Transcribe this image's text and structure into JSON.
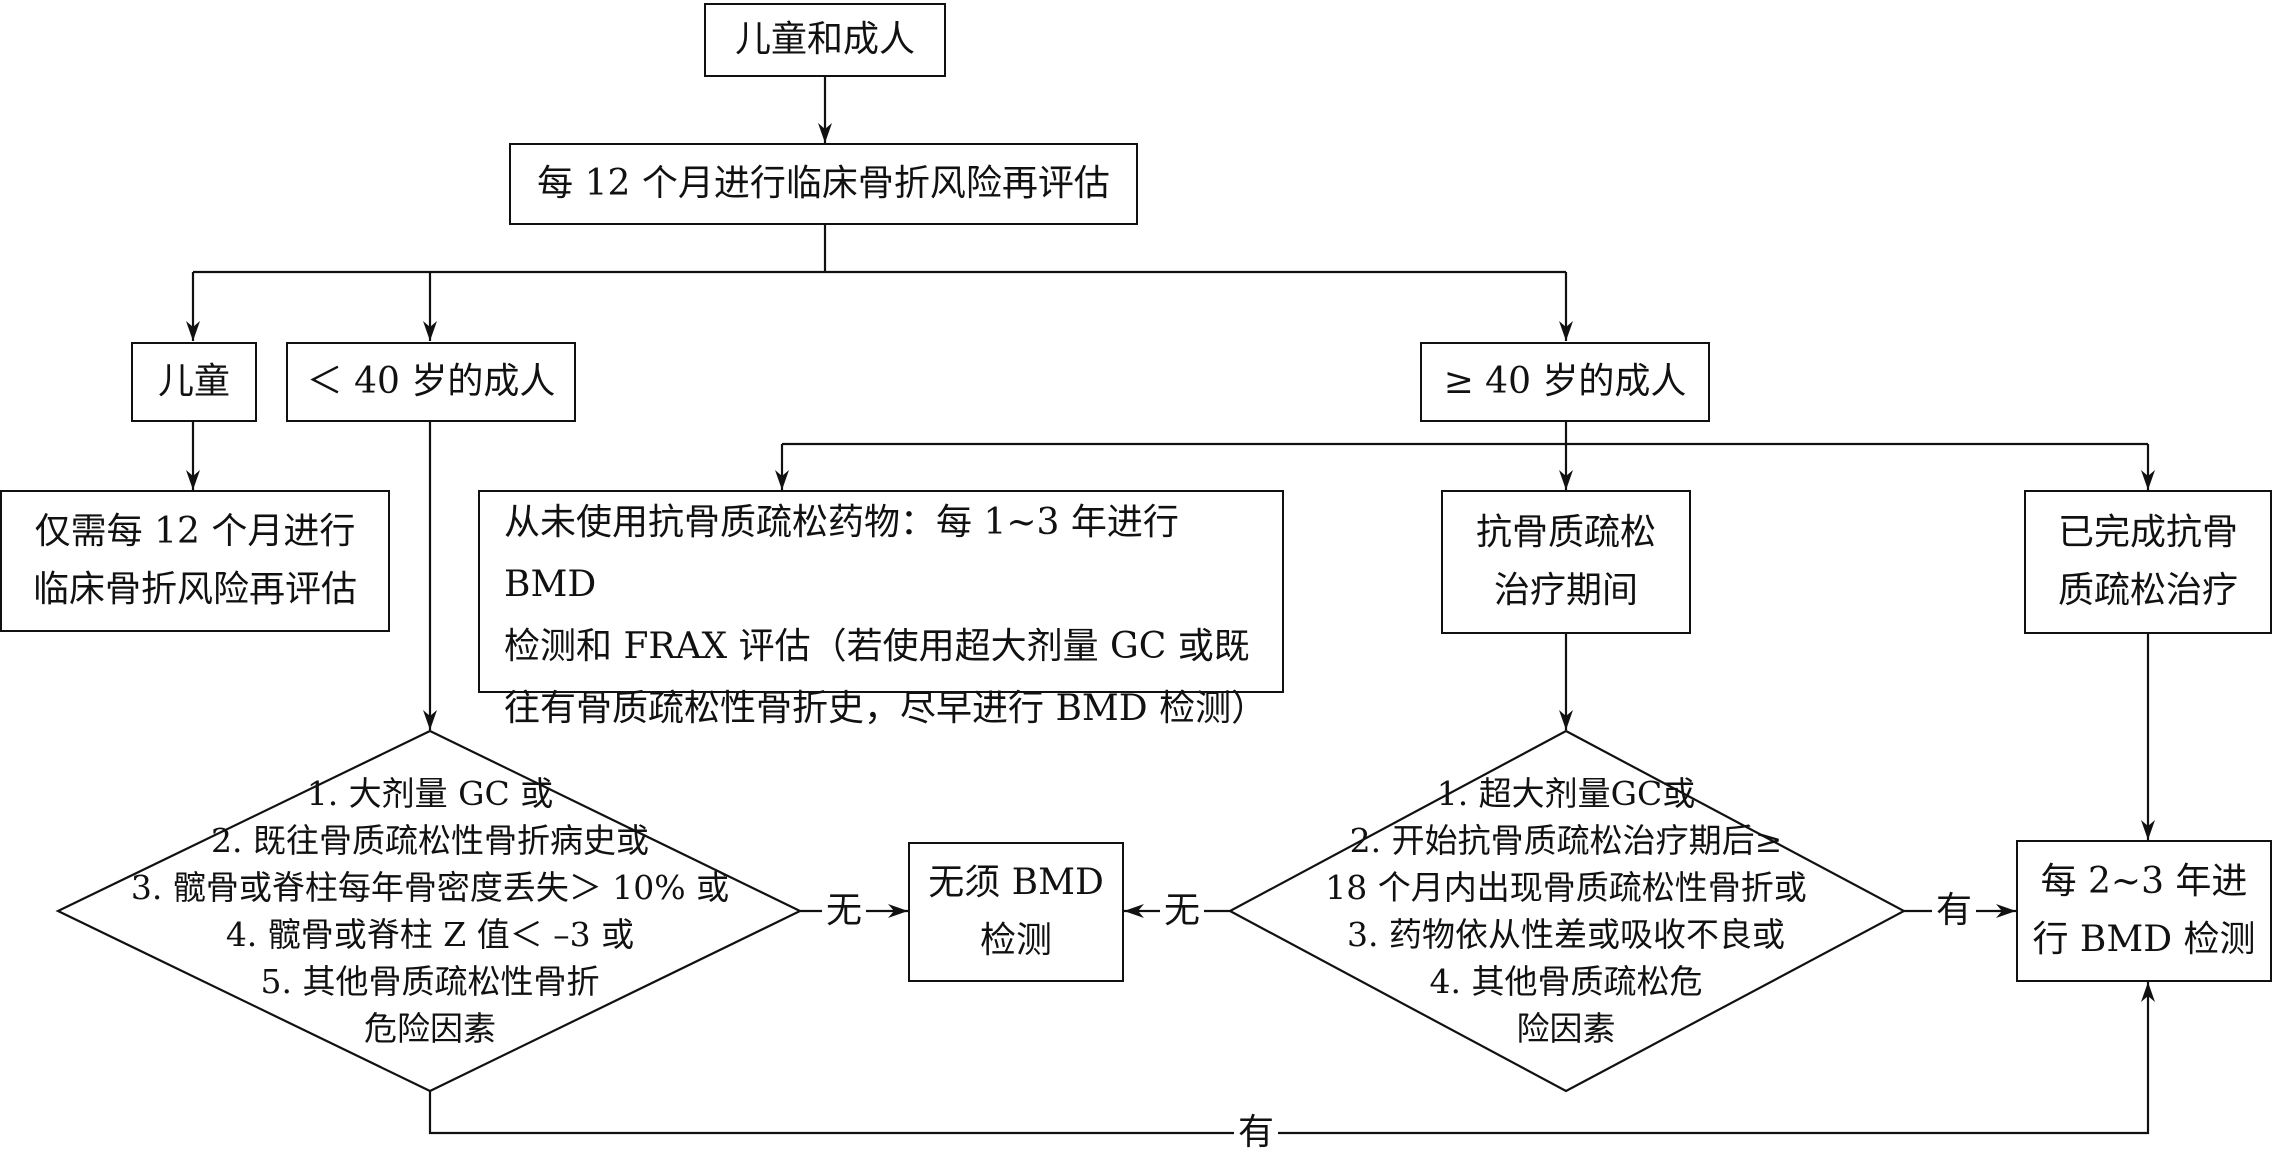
{
  "nodes": {
    "start": "儿童和成人",
    "reassess": "每 12 个月进行临床骨折风险再评估",
    "children": "儿童",
    "under40": "＜ 40 岁的成人",
    "over40": "≥ 40 岁的成人",
    "children_only": [
      "仅需每 12 个月进行",
      "临床骨折风险再评估"
    ],
    "never_treated": [
      "从未使用抗骨质疏松药物：每 1~3 年进行 BMD",
      "检测和 FRAX 评估（若使用超大剂量 GC 或既",
      "往有骨质疏松性骨折史，尽早进行 BMD 检测）"
    ],
    "during_treatment": [
      "抗骨质疏松",
      "治疗期间"
    ],
    "completed_treatment": [
      "已完成抗骨",
      "质疏松治疗"
    ],
    "no_bmd": [
      "无须 BMD",
      "检测"
    ],
    "bmd_every": [
      "每 2~3 年进",
      "行 BMD 检测"
    ]
  },
  "decisions": {
    "left": [
      "1.  大剂量 GC 或",
      "2.  既往骨质疏松性骨折病史或",
      "3.  髋骨或脊柱每年骨密度丢失＞ 10% 或",
      "4.  髋骨或脊柱 Z 值＜ –3 或",
      "5.  其他骨质疏松性骨折",
      "危险因素"
    ],
    "right": [
      "1.  超大剂量GC或",
      "2.  开始抗骨质疏松治疗期后≥",
      "18 个月内出现骨质疏松性骨折或",
      "3.  药物依从性差或吸收不良或",
      "4.  其他骨质疏松危",
      "险因素"
    ]
  },
  "edge_labels": {
    "left_none": "无",
    "right_none": "无",
    "right_yes": "有",
    "bottom_yes": "有"
  }
}
